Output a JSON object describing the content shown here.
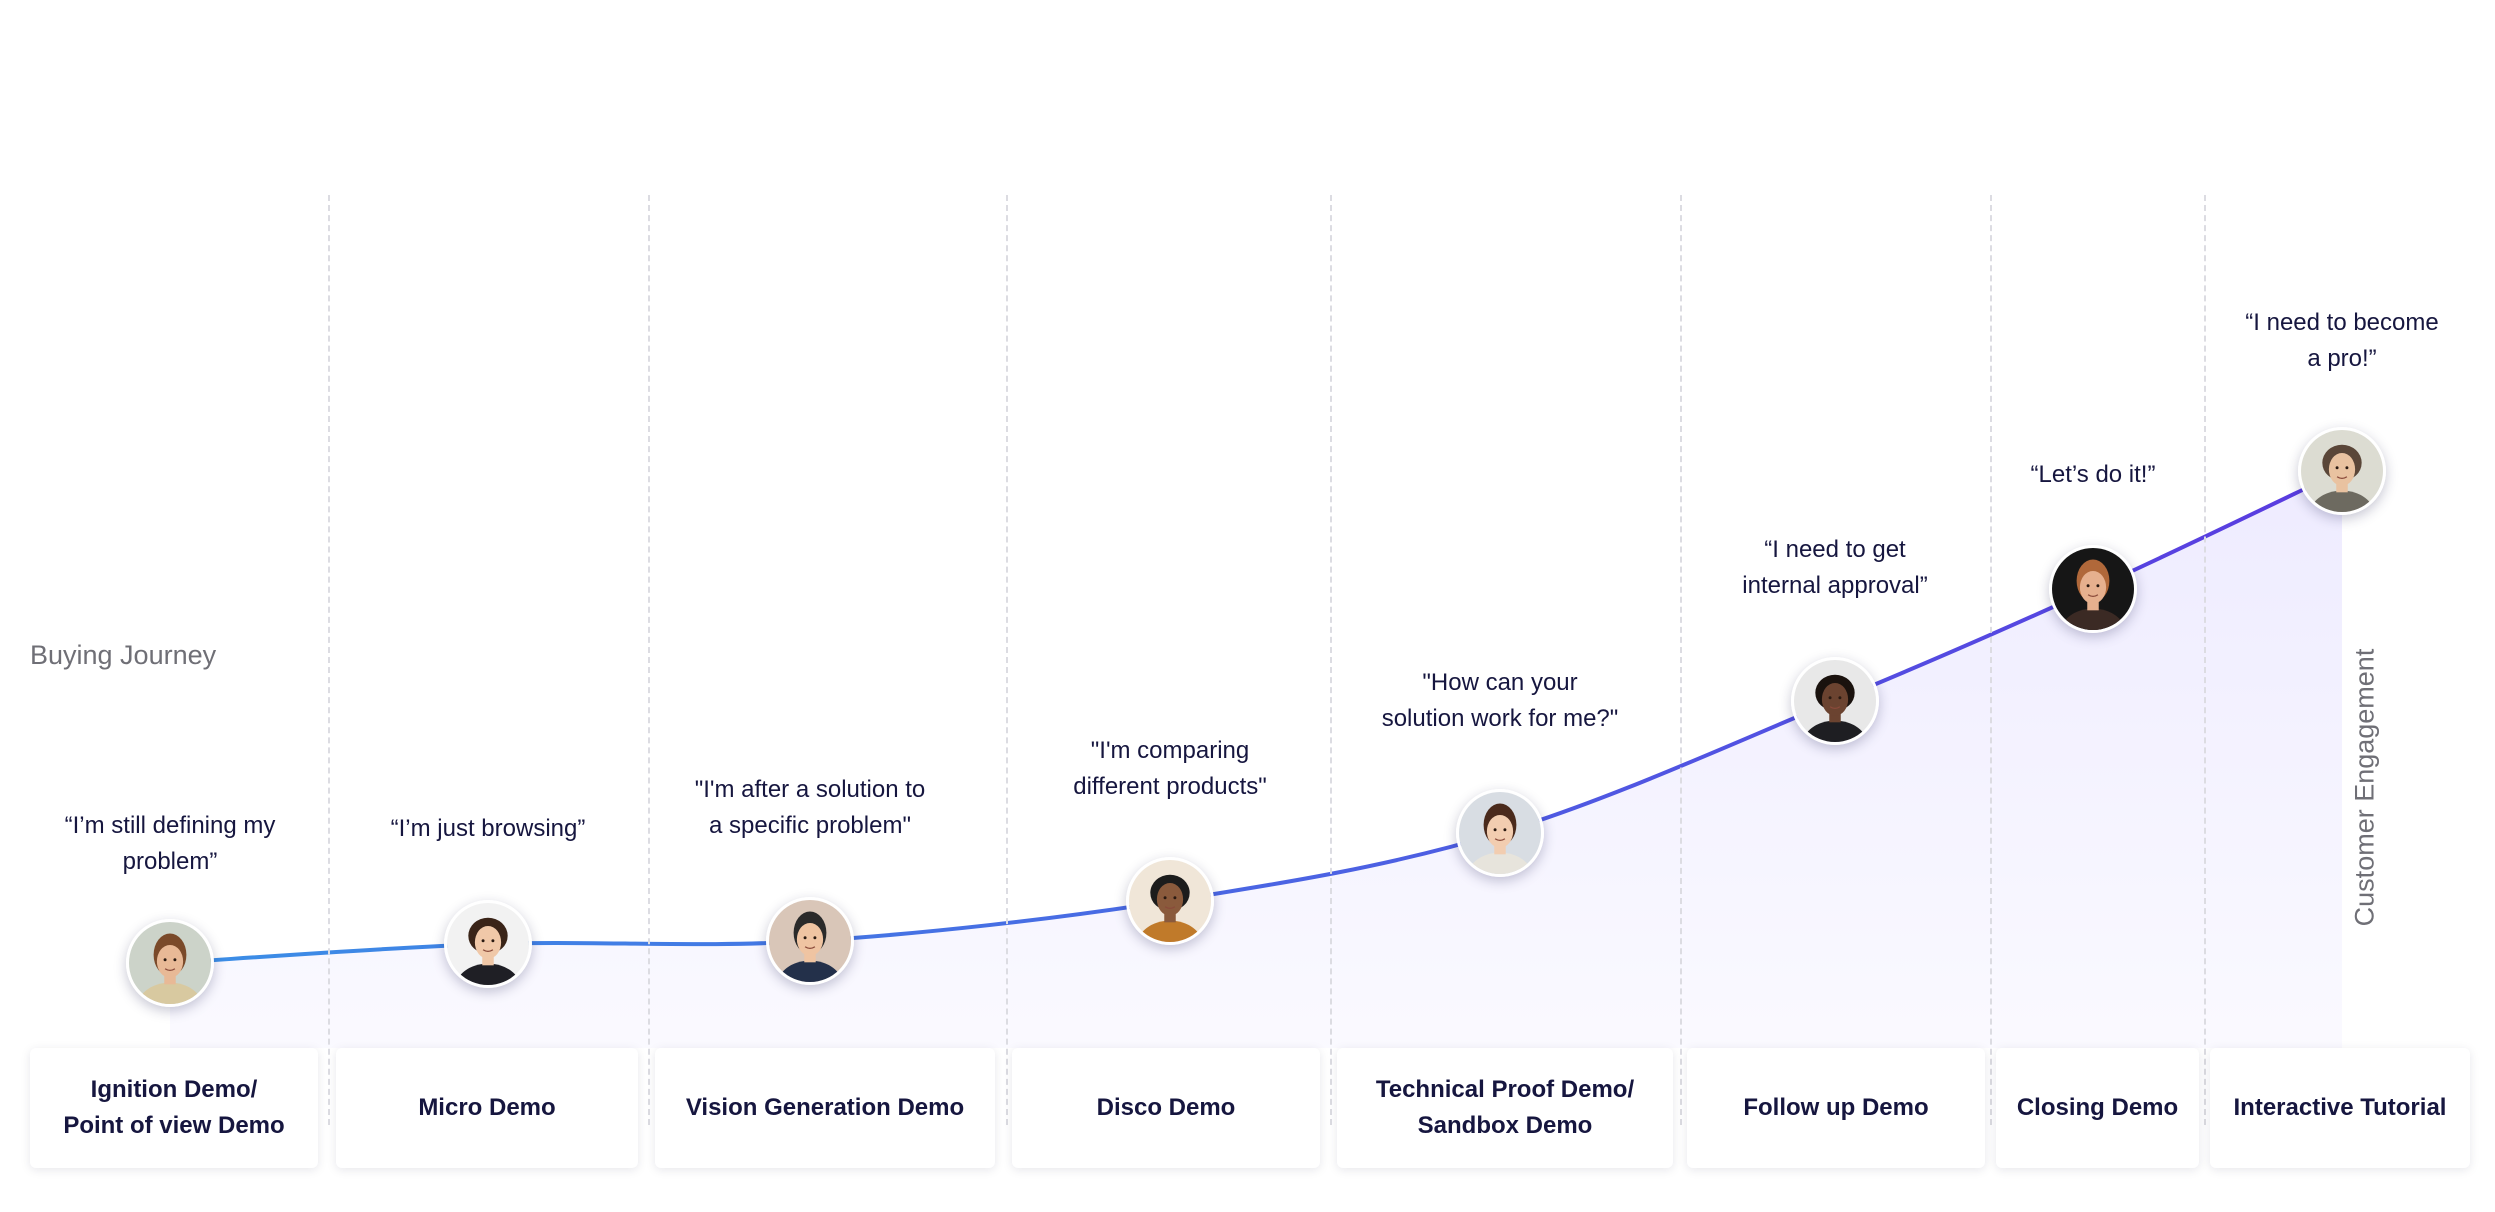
{
  "labels": {
    "buying_journey": "Buying Journey",
    "customer_engagement": "Customer Engagement"
  },
  "colors": {
    "curve_start": "#3b8fe6",
    "curve_end": "#5a3be0",
    "area_fill": "#ece9ff",
    "text": "#16163f",
    "divider": "#dcdce2"
  },
  "stages": [
    {
      "name": "Ignition Demo/\nPoint of view Demo",
      "quote": "“I’m still defining my\nproblem”",
      "persona": "woman-curly-glasses"
    },
    {
      "name": "Micro Demo",
      "quote": "“I’m just browsing”",
      "persona": "woman-dark-hair"
    },
    {
      "name": "Vision Generation Demo",
      "quote": "\"I'm after a solution to\na specific problem\"",
      "persona": "man-suit"
    },
    {
      "name": "Disco Demo",
      "quote": "\"I'm comparing\ndifferent products\"",
      "persona": "man-beard-glasses"
    },
    {
      "name": "Technical Proof Demo/\nSandbox Demo",
      "quote": "\"How can your\nsolution work for me?\"",
      "persona": "woman-long-hair"
    },
    {
      "name": "Follow up Demo",
      "quote": "“I need to get\ninternal approval”",
      "persona": "woman-curly-hair"
    },
    {
      "name": "Closing Demo",
      "quote": "“Let’s do it!”",
      "persona": "man-red-beard"
    },
    {
      "name": "Interactive Tutorial",
      "quote": "“I need to become\na pro!”",
      "persona": "man-smiling"
    }
  ]
}
